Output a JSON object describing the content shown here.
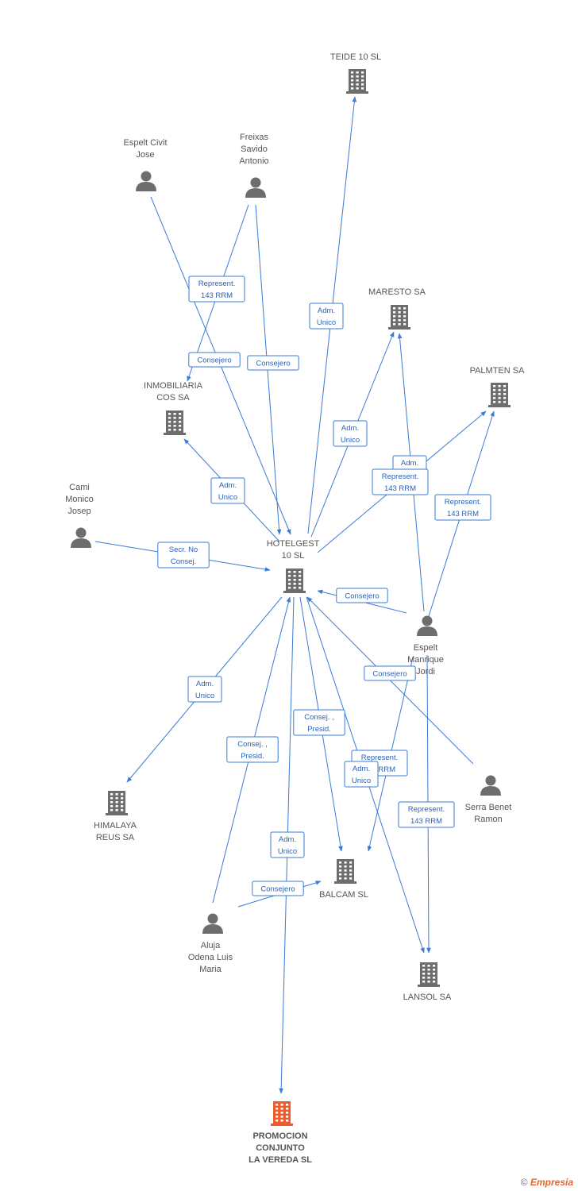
{
  "colors": {
    "edge": "#3a7bd5",
    "company": "#6d6d6d",
    "person": "#6d6d6d",
    "target": "#f15a29"
  },
  "nodes": [
    {
      "id": "teide",
      "type": "company",
      "label": [
        "TEIDE 10 SL"
      ]
    },
    {
      "id": "espelt_civit",
      "type": "person",
      "label": [
        "Espelt Civit",
        "Jose"
      ]
    },
    {
      "id": "freixas",
      "type": "person",
      "label": [
        "Freixas",
        "Savido",
        "Antonio"
      ]
    },
    {
      "id": "maresto",
      "type": "company",
      "label": [
        "MARESTO SA"
      ]
    },
    {
      "id": "palmten",
      "type": "company",
      "label": [
        "PALMTEN SA"
      ]
    },
    {
      "id": "inmobiliaria",
      "type": "company",
      "label": [
        "INMOBILIARIA",
        "COS SA"
      ]
    },
    {
      "id": "cami",
      "type": "person",
      "label": [
        "Cami",
        "Monico",
        "Josep"
      ]
    },
    {
      "id": "hotelgest",
      "type": "company",
      "label": [
        "HOTELGEST",
        "10 SL"
      ]
    },
    {
      "id": "espelt_manrique",
      "type": "person",
      "label": [
        "Espelt",
        "Manrique",
        "Jordi"
      ]
    },
    {
      "id": "serra",
      "type": "person",
      "label": [
        "Serra Benet",
        "Ramon"
      ]
    },
    {
      "id": "himalaya",
      "type": "company",
      "label": [
        "HIMALAYA",
        "REUS SA"
      ]
    },
    {
      "id": "balcam",
      "type": "company",
      "label": [
        "BALCAM SL"
      ]
    },
    {
      "id": "aluja",
      "type": "person",
      "label": [
        "Aluja",
        "Odena Luis",
        "Maria"
      ]
    },
    {
      "id": "lansol",
      "type": "company",
      "label": [
        "LANSOL SA"
      ]
    },
    {
      "id": "promocion",
      "type": "target",
      "label": [
        "PROMOCION",
        "CONJUNTO",
        "LA VEREDA SL"
      ]
    }
  ],
  "edges": [
    {
      "from": "hotelgest",
      "to": "teide",
      "label": [
        "Adm.",
        "Unico"
      ]
    },
    {
      "from": "espelt_civit",
      "to": "hotelgest",
      "label": [
        "Consejero"
      ]
    },
    {
      "from": "freixas",
      "to": "inmobiliaria",
      "label": [
        "Represent.",
        "143 RRM"
      ]
    },
    {
      "from": "freixas",
      "to": "hotelgest",
      "label": [
        "Consejero"
      ]
    },
    {
      "from": "hotelgest",
      "to": "maresto",
      "label": [
        "Adm.",
        "Unico"
      ]
    },
    {
      "from": "hotelgest",
      "to": "palmten",
      "label": [
        "Adm.",
        "Unico"
      ]
    },
    {
      "from": "hotelgest",
      "to": "inmobiliaria",
      "label": [
        "Adm.",
        "Unico"
      ]
    },
    {
      "from": "cami",
      "to": "hotelgest",
      "label": [
        "Secr.  No",
        "Consej."
      ]
    },
    {
      "from": "espelt_manrique",
      "to": "maresto",
      "label": [
        "Represent.",
        "143 RRM"
      ]
    },
    {
      "from": "espelt_manrique",
      "to": "palmten",
      "label": [
        "Represent.",
        "143 RRM"
      ]
    },
    {
      "from": "espelt_manrique",
      "to": "hotelgest",
      "label": [
        "Consejero"
      ]
    },
    {
      "from": "serra",
      "to": "hotelgest",
      "label": [
        "Consejero"
      ]
    },
    {
      "from": "hotelgest",
      "to": "himalaya",
      "label": [
        "Adm.",
        "Unico"
      ]
    },
    {
      "from": "hotelgest",
      "to": "balcam",
      "label": [
        "Consej. ,",
        "Presid."
      ]
    },
    {
      "from": "aluja",
      "to": "hotelgest",
      "label": [
        "Consej. ,",
        "Presid."
      ]
    },
    {
      "from": "espelt_manrique",
      "to": "balcam",
      "label": [
        "Represent.",
        "143 RRM"
      ]
    },
    {
      "from": "hotelgest",
      "to": "lansol",
      "label": [
        "Adm.",
        "Unico"
      ]
    },
    {
      "from": "espelt_manrique",
      "to": "lansol",
      "label": [
        "Represent.",
        "143 RRM"
      ]
    },
    {
      "from": "hotelgest",
      "to": "promocion",
      "label": [
        "Adm.",
        "Unico"
      ]
    },
    {
      "from": "aluja",
      "to": "balcam",
      "label": [
        "Consejero"
      ]
    }
  ],
  "footer": {
    "copyright": "©",
    "brand": "Empresia"
  }
}
